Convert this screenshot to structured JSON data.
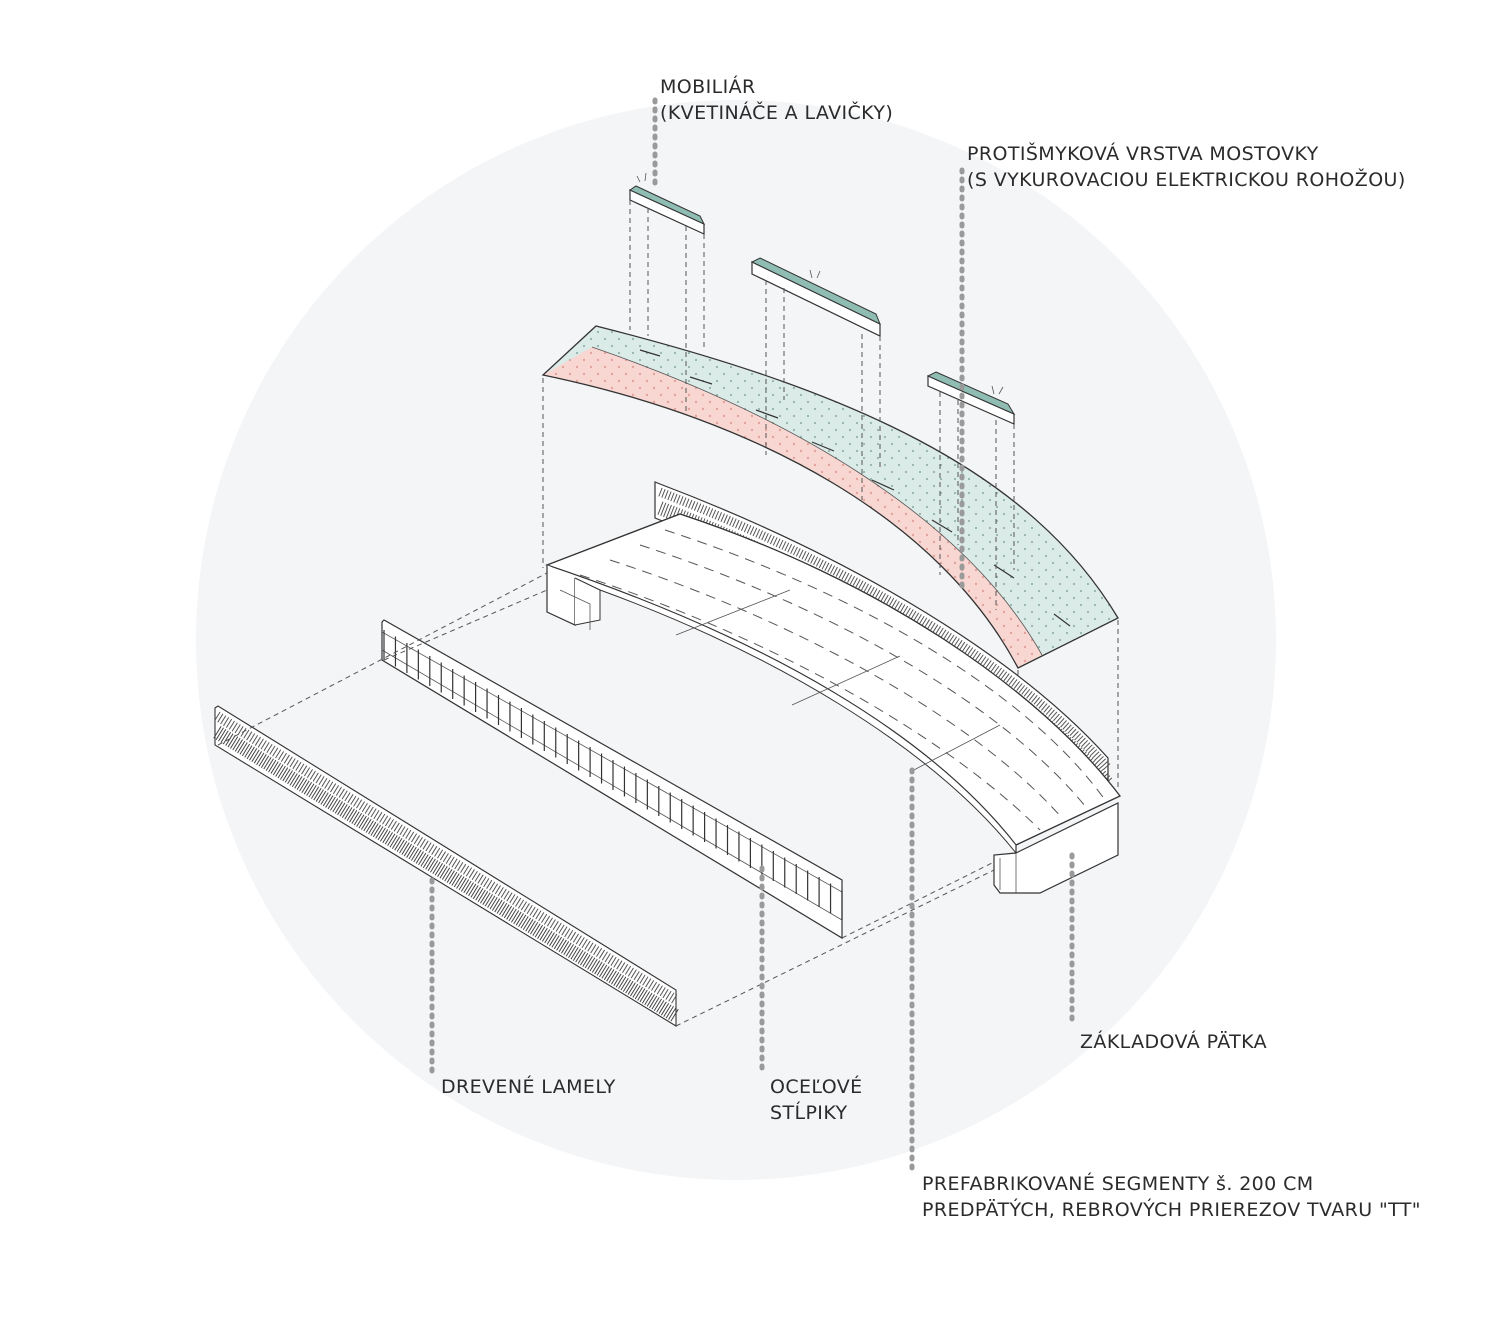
{
  "labels": {
    "mobiliar": {
      "line1": "MOBILIÁR",
      "line2": "(KVETINÁČE A LAVIČKY)"
    },
    "protismykova": {
      "line1": "PROTIŠMYKOVÁ VRSTVA MOSTOVKY",
      "line2": "(S VYKUROVACIOU ELEKTRICKOU ROHOŽOU)"
    },
    "zakladova": {
      "line1": "ZÁKLADOVÁ PÄTKA"
    },
    "drevene": {
      "line1": "DREVENÉ LAMELY"
    },
    "ocelove": {
      "line1": "OCEĽOVÉ",
      "line2": "STĹPIKY"
    },
    "prefabrikovane": {
      "line1": "PREFABRIKOVANÉ SEGMENTY š. 200 CM",
      "line2": "PREDPÄTÝCH, REBROVÝCH PRIEREZOV TVARU \"TT\""
    }
  },
  "colors": {
    "background_circle": "#f4f5f7",
    "deck_red": "#f8d7d2",
    "deck_green": "#dbebe8",
    "planter": "#8fbdb3",
    "line": "#333333",
    "leader": "#9a9a9a"
  }
}
